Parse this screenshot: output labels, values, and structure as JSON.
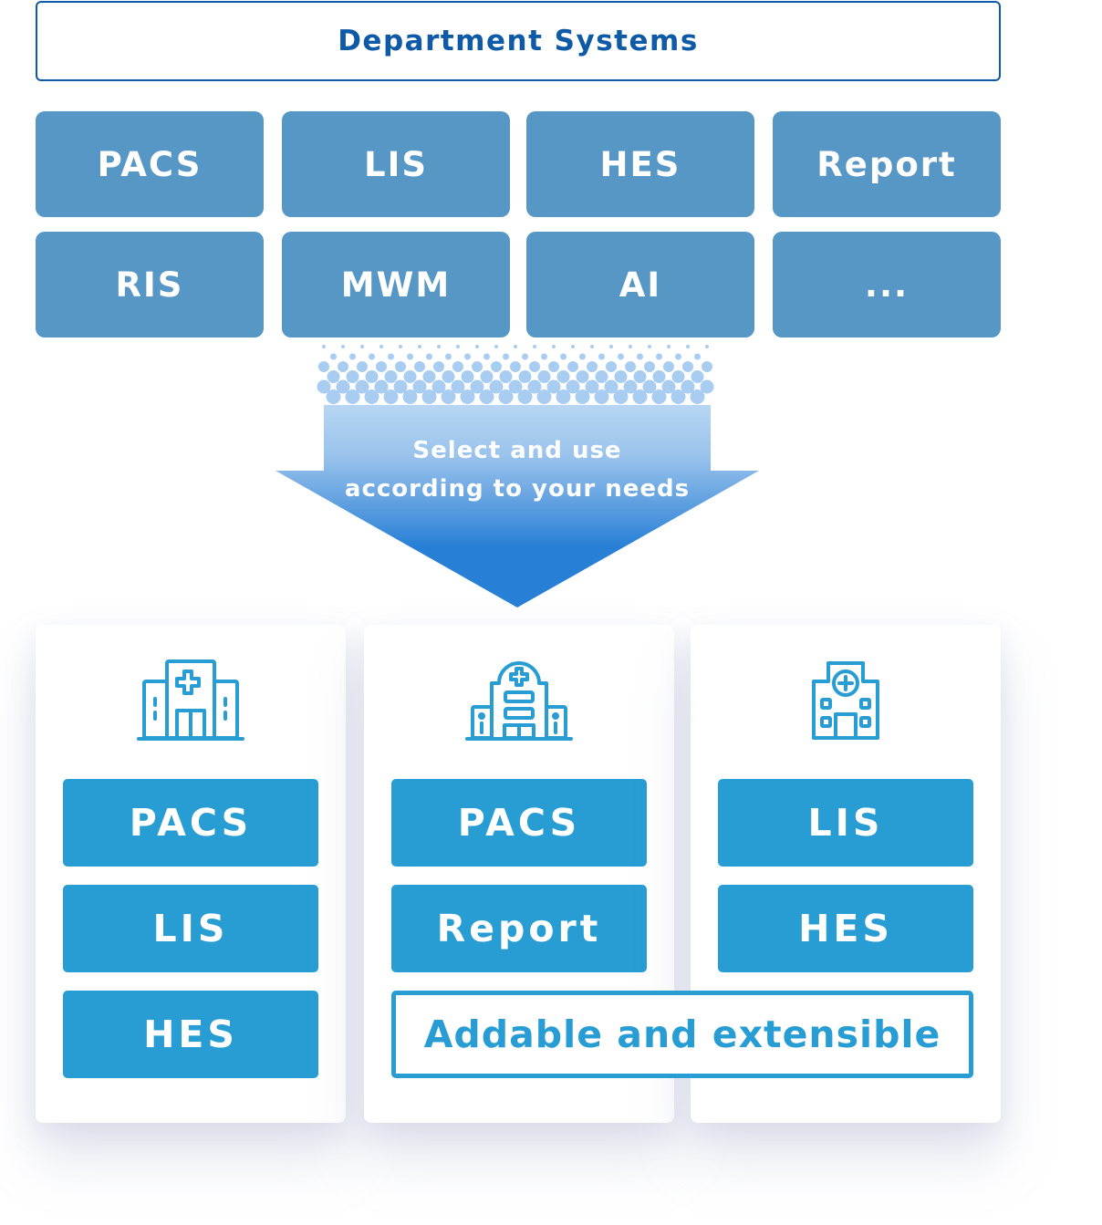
{
  "header": {
    "title": "Department Systems"
  },
  "department_systems": [
    {
      "label": "PACS"
    },
    {
      "label": "LIS"
    },
    {
      "label": "HES"
    },
    {
      "label": "Report"
    },
    {
      "label": "RIS"
    },
    {
      "label": "MWM"
    },
    {
      "label": "AI"
    },
    {
      "label": "..."
    }
  ],
  "arrow": {
    "line1": "Select and use",
    "line2": "according to your needs"
  },
  "hospitals": [
    {
      "icon": "hospital-building-icon",
      "modules": [
        "PACS",
        "LIS",
        "HES"
      ]
    },
    {
      "icon": "hospital-tower-icon",
      "modules": [
        "PACS",
        "Report"
      ]
    },
    {
      "icon": "clinic-building-icon",
      "modules": [
        "LIS",
        "HES"
      ]
    }
  ],
  "extensible_label": "Addable and extensible",
  "colors": {
    "header_blue": "#0e5aa7",
    "tile_blue": "#5797c6",
    "module_blue": "#289dd3",
    "arrow_top": "#a9cdf0",
    "arrow_bottom": "#2880d6"
  }
}
